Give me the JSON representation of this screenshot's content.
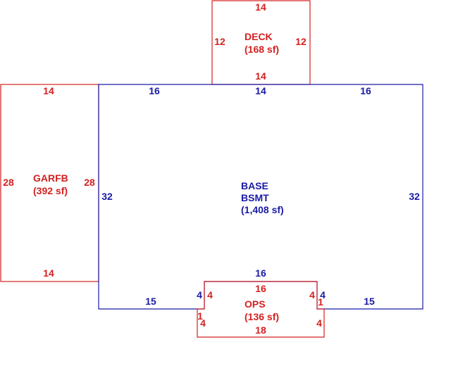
{
  "colors": {
    "blue": "#1a1aa6",
    "red": "#d42020",
    "background": "#ffffff"
  },
  "deck": {
    "name": "DECK",
    "area": "(168 sf)",
    "dims": {
      "top": "14",
      "left": "12",
      "right": "12",
      "bottom": "14"
    }
  },
  "garfb": {
    "name": "GARFB",
    "area": "(392 sf)",
    "dims": {
      "top": "14",
      "left": "28",
      "right": "28",
      "bottom": "14"
    }
  },
  "base": {
    "name": "BASE",
    "sub": "BSMT",
    "area": "(1,408 sf)",
    "dims": {
      "top_left": "16",
      "top_mid": "14",
      "top_right": "16",
      "left": "32",
      "right": "32",
      "notch_top": "16",
      "bottom_left": "15",
      "bottom_right": "15",
      "notch_left": "4",
      "notch_right": "4"
    }
  },
  "ops": {
    "name": "OPS",
    "area": "(136 sf)",
    "dims": {
      "top": "16",
      "left_upper": "4",
      "right_upper": "4",
      "left_step": "1",
      "right_step": "1",
      "left_lower": "4",
      "right_lower": "4",
      "bottom": "18"
    }
  }
}
